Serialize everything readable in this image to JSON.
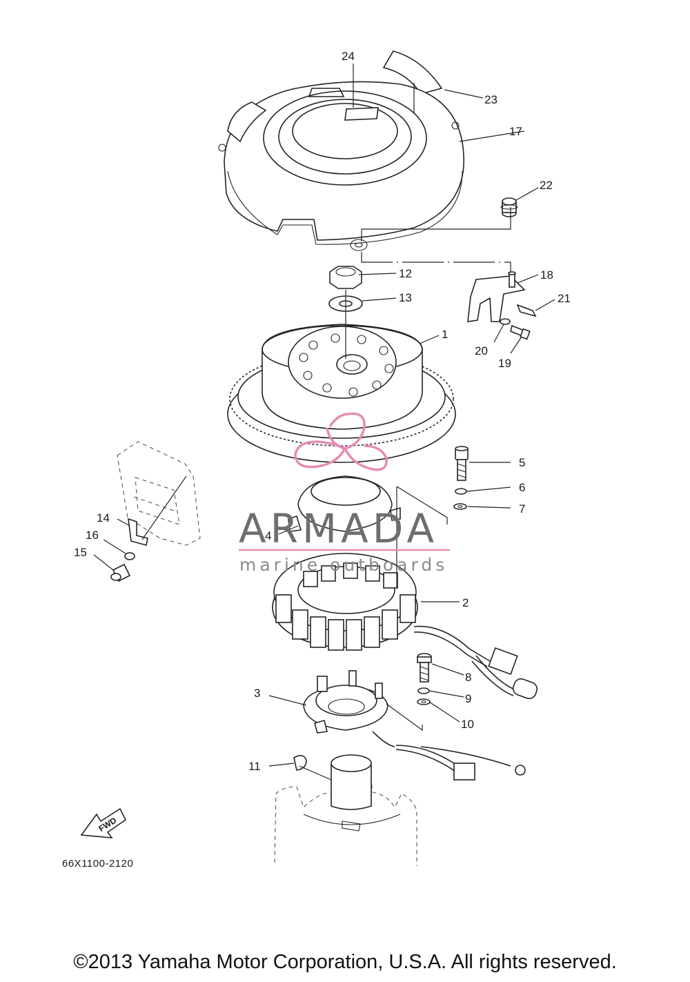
{
  "document": {
    "code": "66X1100-2120",
    "fwd_label": "FWD",
    "copyright": "©2013 Yamaha Motor Corporation, U.S.A. All rights reserved."
  },
  "watermark": {
    "brand": "ARMADA",
    "tagline": "marine outboards",
    "accent_color": "#e58cb3",
    "gray_color": "#6e6e6e"
  },
  "callouts": [
    "1",
    "2",
    "3",
    "4",
    "5",
    "6",
    "7",
    "8",
    "9",
    "10",
    "11",
    "12",
    "13",
    "14",
    "15",
    "16",
    "17",
    "18",
    "19",
    "20",
    "21",
    "22",
    "23",
    "24"
  ]
}
